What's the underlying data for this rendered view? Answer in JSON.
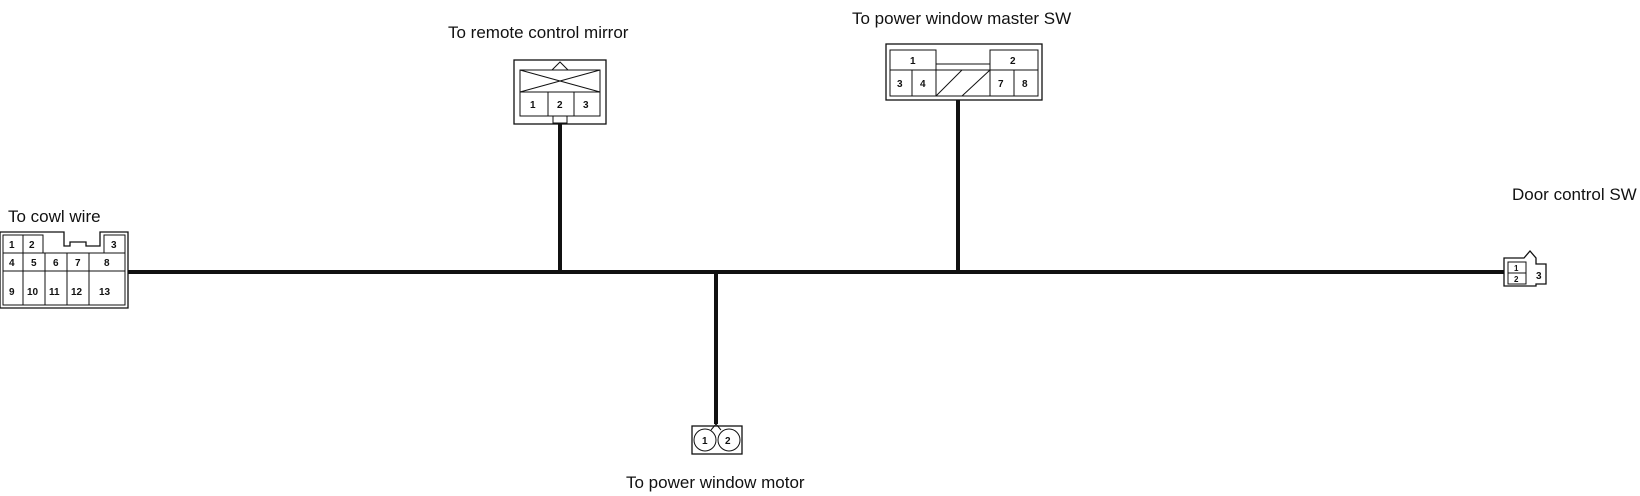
{
  "labels": {
    "cowl_wire": "To cowl wire",
    "remote_mirror": "To remote control mirror",
    "pw_master": "To power window master SW",
    "door_control": "Door control SW",
    "pw_motor": "To power window motor"
  },
  "pins": {
    "cowl": [
      "1",
      "2",
      "3",
      "4",
      "5",
      "6",
      "7",
      "8",
      "9",
      "10",
      "11",
      "12",
      "13"
    ],
    "mirror": [
      "1",
      "2",
      "3"
    ],
    "master": [
      "1",
      "2",
      "3",
      "4",
      "7",
      "8"
    ],
    "door": [
      "1",
      "2",
      "3"
    ],
    "motor": [
      "1",
      "2"
    ]
  },
  "colors": {
    "line": "#111111",
    "background": "#ffffff"
  }
}
